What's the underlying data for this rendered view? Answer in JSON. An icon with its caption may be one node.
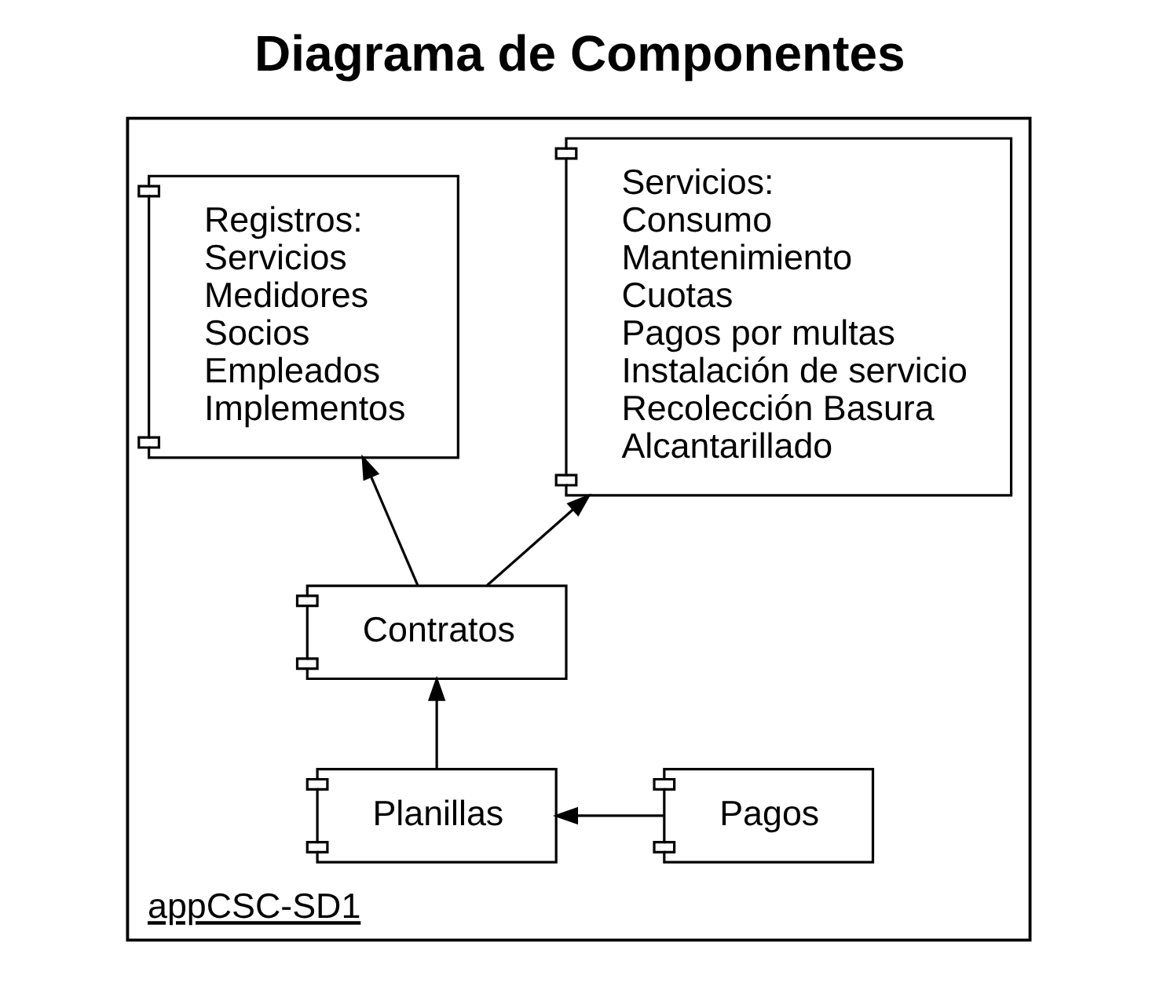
{
  "diagram": {
    "title": "Diagrama de Componentes",
    "nodes": [
      {
        "text": [
          "appCSC-SD1"
        ]
      },
      {
        "text": [
          "Registros:",
          "Servicios",
          "Medidores",
          "Socios",
          "Empleados",
          "Implementos"
        ],
        "in": 0
      },
      {
        "text": [
          "Servicios:",
          "Consumo",
          "Mantenimiento",
          "Cuotas",
          "Pagos por multas",
          "Instalación de servicio",
          "Recolección Basura",
          "Alcantarillado"
        ],
        "in": 0
      },
      {
        "text": [
          "Contratos"
        ],
        "in": 0
      },
      {
        "text": [
          "Planillas"
        ],
        "in": 0
      },
      {
        "text": [
          "Pagos"
        ],
        "in": 0
      }
    ],
    "edges": [
      {
        "from": 3,
        "to": 1,
        "arrow": "to"
      },
      {
        "from": 3,
        "to": 2,
        "arrow": "to"
      },
      {
        "from": 4,
        "to": 3,
        "arrow": "to"
      },
      {
        "from": 5,
        "to": 4,
        "arrow": "to"
      }
    ]
  }
}
